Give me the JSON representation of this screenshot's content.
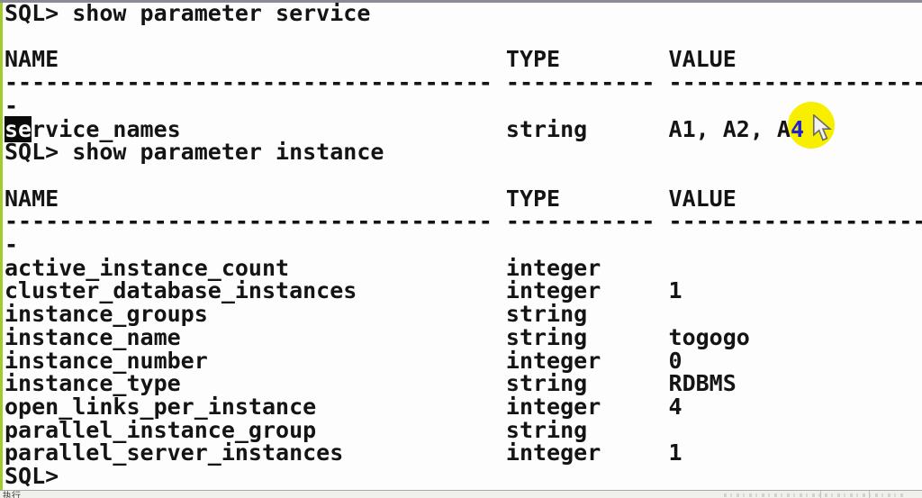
{
  "colors": {
    "background": "#fdfdfd",
    "text": "#141414",
    "top_border": "#8b8b96",
    "left_border_green": "#a2cb2e",
    "highlight_circle": "#f8ef00",
    "highlighted_value": "#2121cd",
    "selection_bg": "#0a0a0a",
    "selection_fg": "#fbfbfb"
  },
  "terminal": {
    "lines": {
      "0": "SQL> show parameter service",
      "1": "",
      "2": "NAME                                 TYPE        VALUE",
      "3": "------------------------------------ ----------- ----------------------------------------",
      "4": "-",
      "6": "SQL> show parameter instance",
      "7": "",
      "8": "NAME                                 TYPE        VALUE",
      "9": "------------------------------------ ----------- ----------------------------------------",
      "10": "-",
      "11": "active_instance_count                integer",
      "12": "cluster_database_instances           integer     1",
      "13": "instance_groups                      string",
      "14": "instance_name                        string      togogo",
      "15": "instance_number                      integer     0",
      "16": "instance_type                        string      RDBMS",
      "17": "open_links_per_instance              integer     4",
      "18": "parallel_instance_group              string",
      "19": "parallel_server_instances            integer     1",
      "20": "SQL>"
    },
    "service_row": {
      "selected": "se",
      "name_rest": "rvice_names                        string      A1, A2, A",
      "value_highlight": "4"
    }
  },
  "status_bar": {
    "left_text": "执行"
  }
}
